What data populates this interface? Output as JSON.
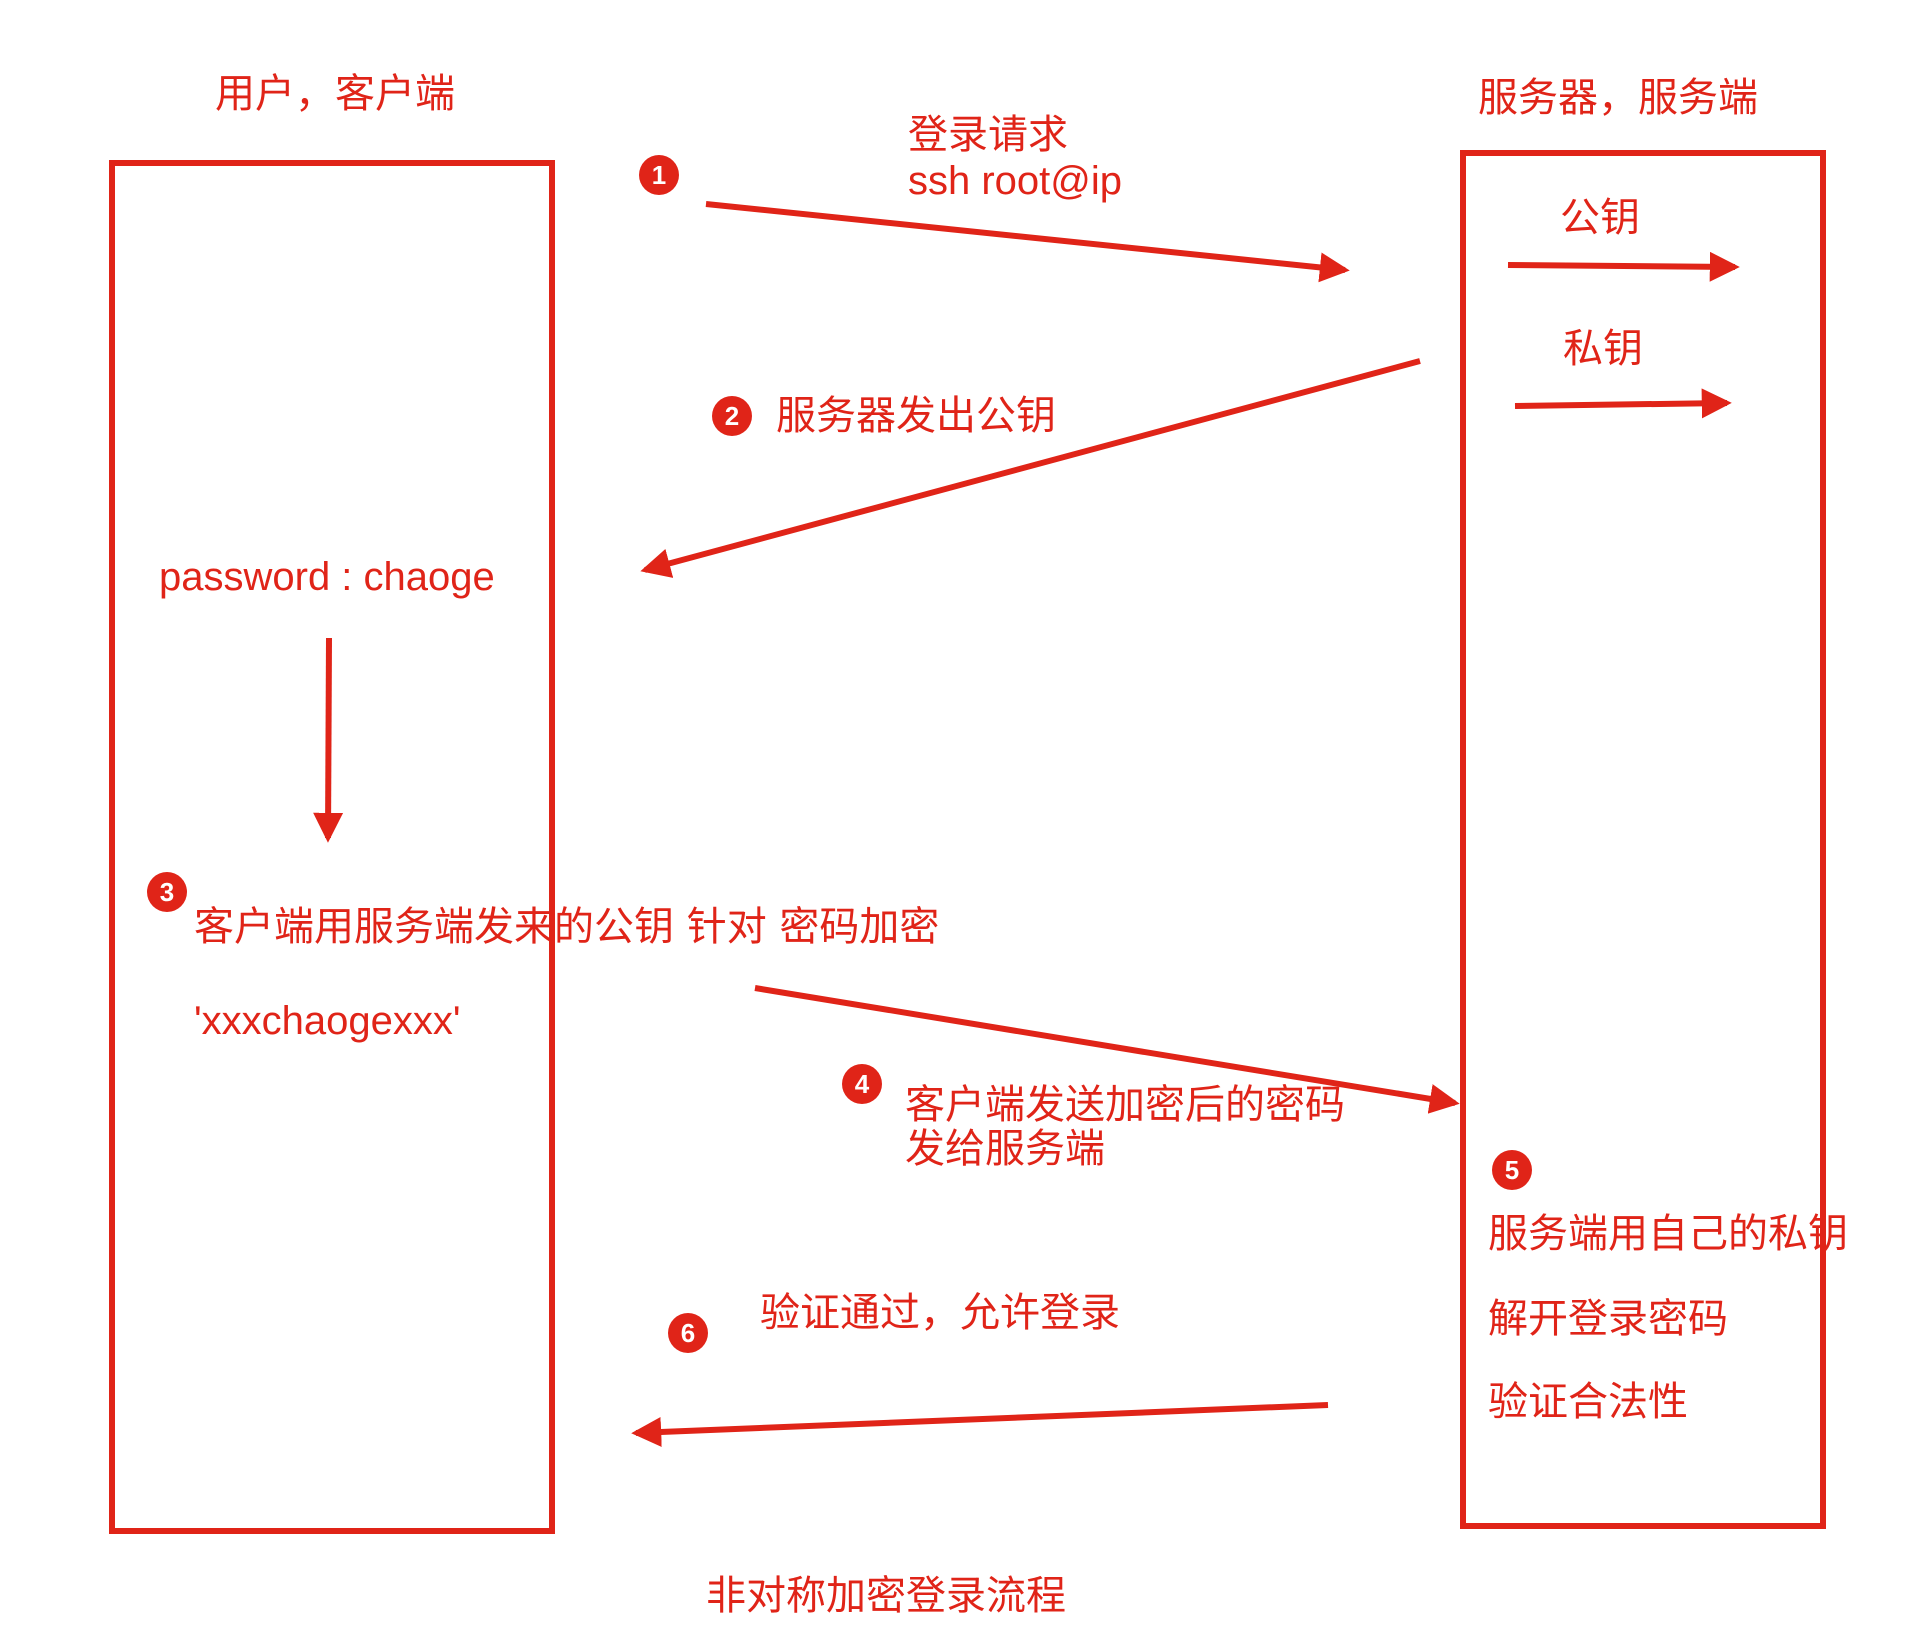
{
  "colors": {
    "accent": "#e02418",
    "background": "#ffffff"
  },
  "client": {
    "title": "用户，客户端",
    "password_text": "password : chaoge",
    "encrypt_text": "客户端用服务端发来的公钥 针对 密码加密",
    "encrypted_value": "'xxxchaogexxx'"
  },
  "server": {
    "title": "服务器，服务端",
    "public_key": "公钥",
    "private_key": "私钥",
    "step5_lines": [
      "服务端用自己的私钥",
      "解开登录密码",
      "验证合法性"
    ]
  },
  "steps": {
    "s1_number": "1",
    "s1_line1": "登录请求",
    "s1_line2": "ssh root@ip",
    "s2_number": "2",
    "s2_text": "服务器发出公钥",
    "s3_number": "3",
    "s4_number": "4",
    "s4_line1": "客户端发送加密后的密码",
    "s4_line2": "发给服务端",
    "s5_number": "5",
    "s6_number": "6",
    "s6_text": "验证通过，允许登录"
  },
  "caption": "非对称加密登录流程"
}
